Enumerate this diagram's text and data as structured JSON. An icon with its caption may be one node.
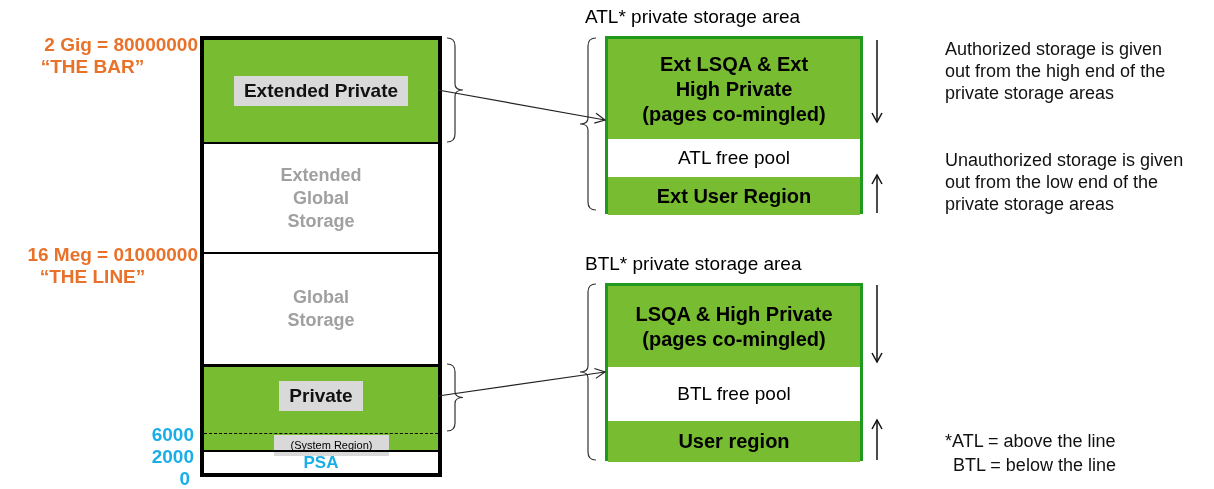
{
  "diagram": {
    "nodes": [
      {
        "text": [],
        "shape": "box"
      },
      {
        "text": [
          "Extended Private"
        ],
        "in": 0
      },
      {
        "text": [
          "Extended Global Storage"
        ],
        "in": 0
      },
      {
        "text": [
          "Global Storage"
        ],
        "in": 0
      },
      {
        "text": [
          "Private",
          "(System Region)"
        ],
        "in": 0
      },
      {
        "text": [
          "PSA"
        ],
        "in": 0
      },
      {
        "text": [
          "ATL* private storage area"
        ]
      },
      {
        "text": [
          "Ext LSQA & Ext High Private (pages co-mingled)"
        ],
        "in": 6
      },
      {
        "text": [
          "ATL free pool"
        ],
        "in": 6
      },
      {
        "text": [
          "Ext User Region"
        ],
        "in": 6
      },
      {
        "text": [
          "BTL* private storage area"
        ]
      },
      {
        "text": [
          "LSQA & High Private (pages co-mingled)"
        ],
        "in": 10
      },
      {
        "text": [
          "BTL free pool"
        ],
        "in": 10
      },
      {
        "text": [
          "User region"
        ],
        "in": 10
      }
    ],
    "edges": [
      {
        "from": 1,
        "to": 6,
        "arrow": "to"
      },
      {
        "from": 4,
        "to": 10,
        "arrow": "to"
      }
    ],
    "labels": [
      "2 Gig = 80000000",
      "“THE BAR”",
      "Authorized storage is given out from the high end of the private storage areas",
      "Unauthorized storage is given out from the low end of the private storage areas",
      "16 Meg = 01000000",
      "“THE LINE”",
      "6000",
      "2000",
      "0",
      "*ATL = above the line",
      "BTL = below the line"
    ]
  }
}
